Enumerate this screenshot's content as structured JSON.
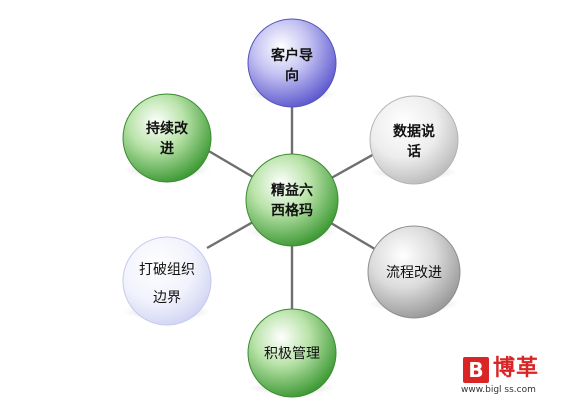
{
  "center": {
    "line1": "精益六",
    "line2": "西格玛",
    "fill": "#4ea542"
  },
  "nodes": {
    "top": {
      "line1": "客户导",
      "line2": "向",
      "fill": "#6e6ad6"
    },
    "upper_right": {
      "line1": "数据说",
      "line2": "话",
      "fill": "#c8c8c8"
    },
    "lower_right": {
      "line1": "流程改进",
      "fill": "#a6a6a6"
    },
    "bottom": {
      "line1": "积极管理",
      "fill": "#4ea542"
    },
    "lower_left": {
      "line1": "打破组织",
      "line2": "边界",
      "fill": "#d9dcf5"
    },
    "upper_left": {
      "line1": "持续改",
      "line2": "进",
      "fill": "#4ea542"
    }
  },
  "connector_color": "#6f6f6f",
  "logo": {
    "mark": "B",
    "name": "博革",
    "url": "www.bigl ss.com",
    "color": "#d92525"
  }
}
